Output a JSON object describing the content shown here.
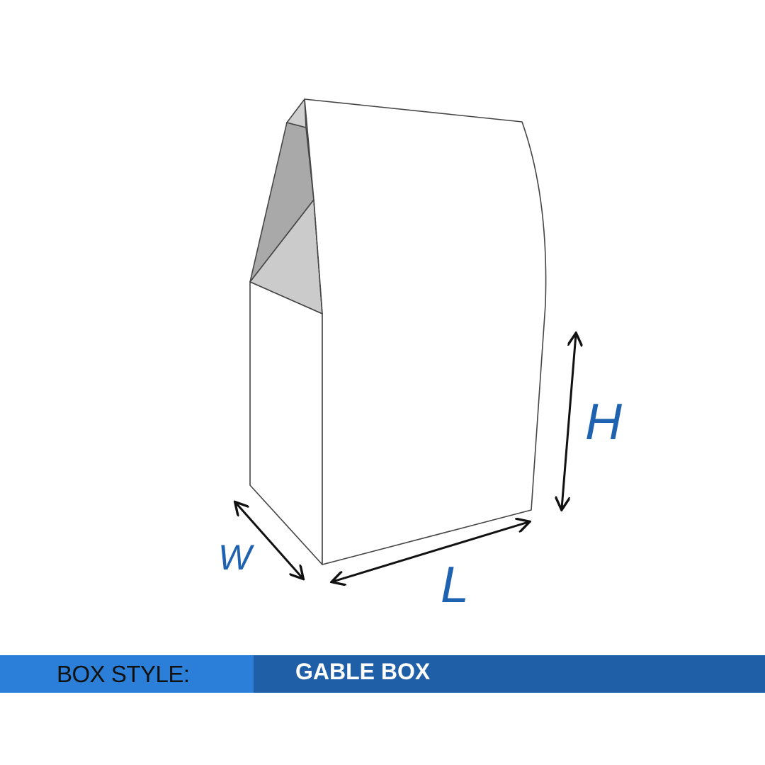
{
  "diagram": {
    "dimensions": {
      "height": "H",
      "length": "L",
      "width": "W"
    },
    "colors": {
      "accent": "#1f63b0",
      "bar_light": "#2b7fd8",
      "bar_dark": "#1e5fa8"
    }
  },
  "footer": {
    "label": "BOX STYLE:",
    "value": "GABLE BOX"
  }
}
